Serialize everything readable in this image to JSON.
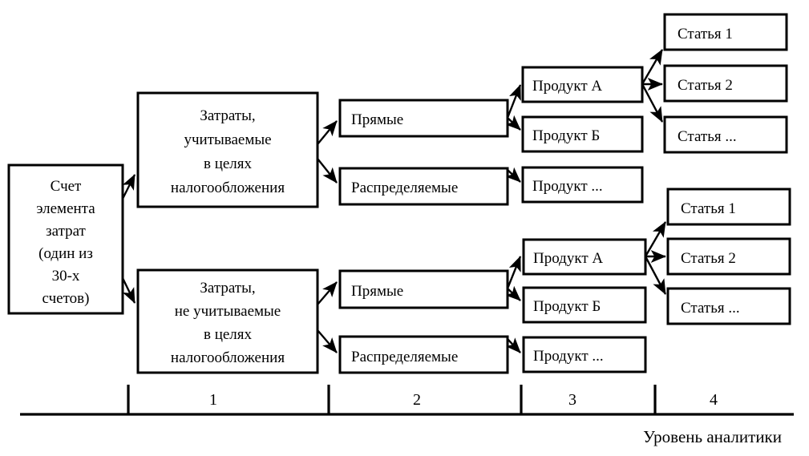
{
  "diagram": {
    "title": "Уровень аналитики",
    "colors": {
      "stroke": "#000000",
      "fill": "#ffffff",
      "background": "#ffffff"
    },
    "root": {
      "lines": [
        "Счет",
        "элемента",
        "затрат",
        "(один из",
        "30-х",
        "счетов)"
      ]
    },
    "level1": [
      {
        "lines": [
          "Затраты,",
          "учитываемые",
          "в целях",
          "налогообложения"
        ]
      },
      {
        "lines": [
          "Затраты,",
          "не учитываемые",
          "в целях",
          "налогообложения"
        ]
      }
    ],
    "level2": {
      "upper": [
        {
          "label": "Прямые"
        },
        {
          "label": "Распределяемые"
        }
      ],
      "lower": [
        {
          "label": "Прямые"
        },
        {
          "label": "Распределяемые"
        }
      ]
    },
    "level3": {
      "upper": [
        {
          "label": "Продукт А"
        },
        {
          "label": "Продукт Б"
        },
        {
          "label": "Продукт ..."
        }
      ],
      "lower": [
        {
          "label": "Продукт А"
        },
        {
          "label": "Продукт Б"
        },
        {
          "label": "Продукт ..."
        }
      ]
    },
    "level4": {
      "upper": [
        {
          "label": "Статья 1"
        },
        {
          "label": "Статья 2"
        },
        {
          "label": "Статья ..."
        }
      ],
      "lower": [
        {
          "label": "Статья 1"
        },
        {
          "label": "Статья 2"
        },
        {
          "label": "Статья ..."
        }
      ]
    },
    "axis": {
      "caption": "Уровень аналитики",
      "levels": [
        "1",
        "2",
        "3",
        "4"
      ]
    }
  }
}
